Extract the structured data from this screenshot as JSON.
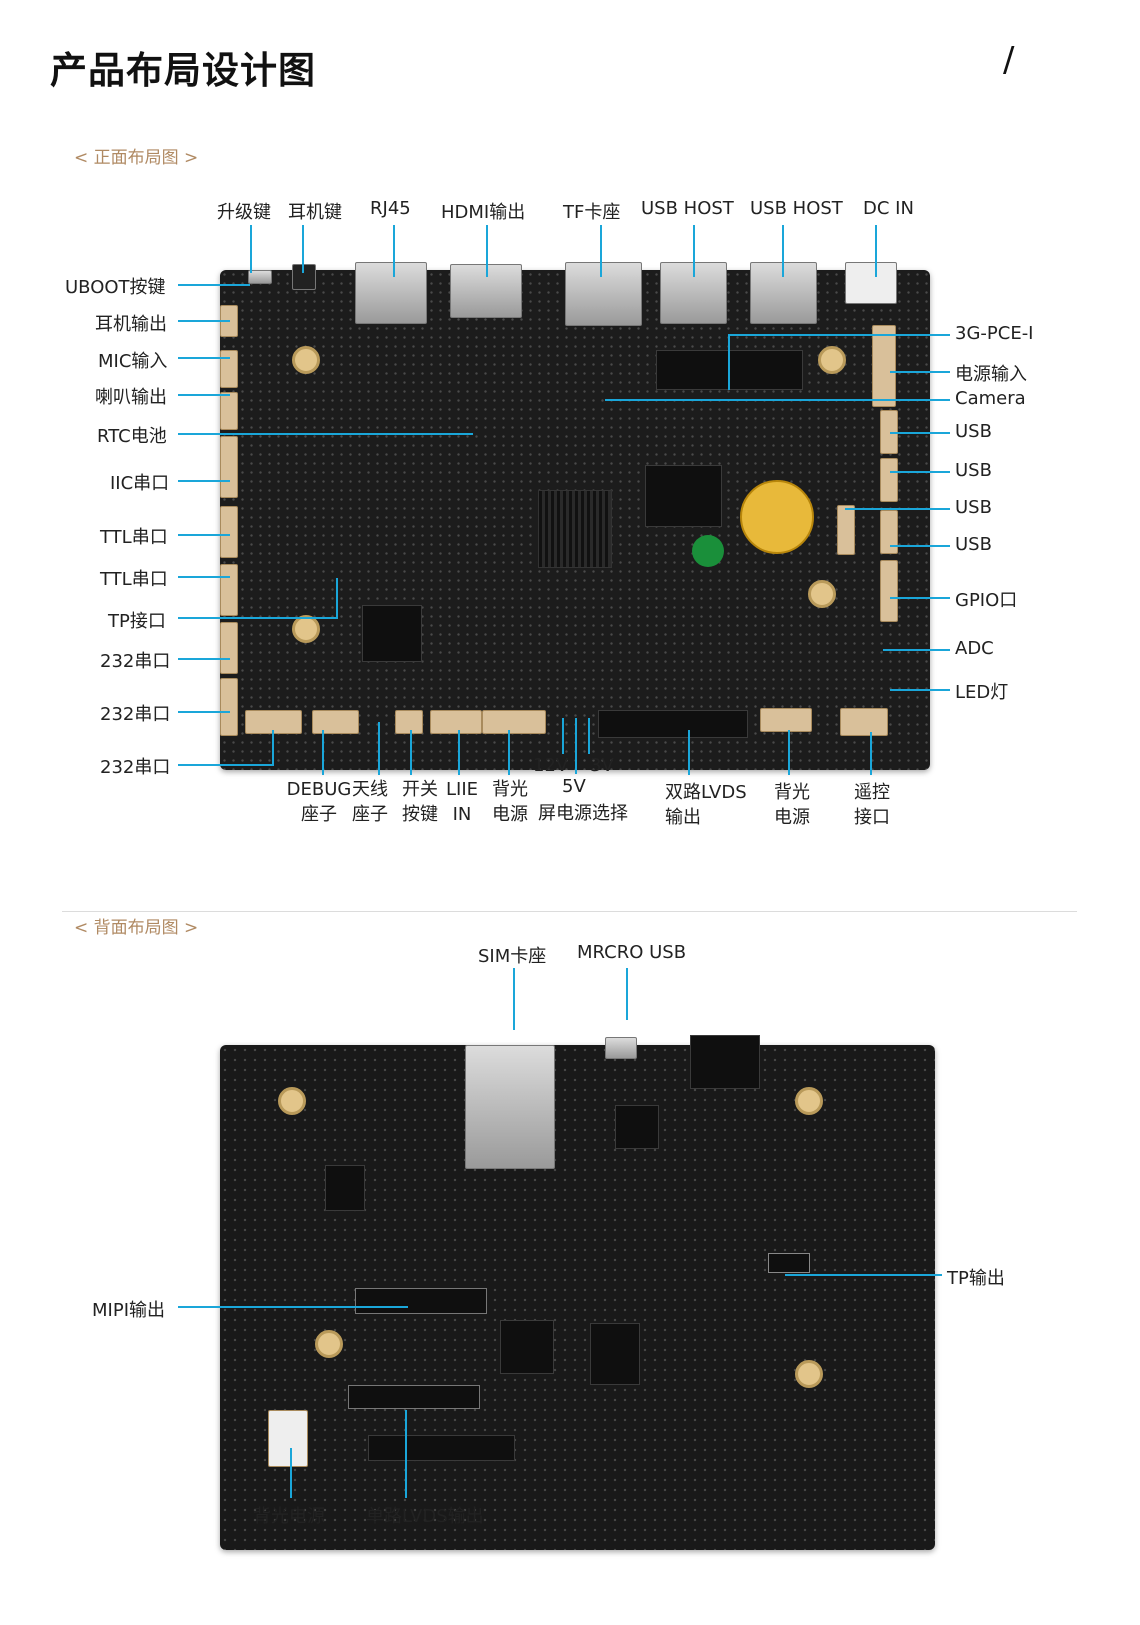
{
  "header": {
    "title": "产品布局设计图",
    "slash": "/"
  },
  "front": {
    "section_label": "< 正面布局图 >",
    "top_labels": [
      "升级键",
      "耳机键",
      "RJ45",
      "HDMI输出",
      "TF卡座",
      "USB HOST",
      "USB HOST",
      "DC IN"
    ],
    "left_labels": [
      "UBOOT按键",
      "耳机输出",
      "MIC输入",
      "喇叭输出",
      "RTC电池",
      "IIC串口",
      "TTL串口",
      "TTL串口",
      "TP接口",
      "232串口",
      "232串口",
      "232串口"
    ],
    "right_labels": [
      "3G-PCE-I",
      "电源输入",
      "Camera",
      "USB",
      "USB",
      "USB",
      "USB",
      "GPIO口",
      "ADC",
      "LED灯"
    ],
    "bottom_labels": {
      "debug_1": "DEBUG",
      "debug_2": "座子",
      "antenna_1": "天线",
      "antenna_2": "座子",
      "switch_1": "开关",
      "switch_2": "按键",
      "liie_1": "LIIE",
      "liie_2": "IN",
      "backlight_1": "背光",
      "backlight_2": "电源",
      "v12": "12V",
      "v5": "5V",
      "v3": "3V",
      "screen_power": "屏电源选择",
      "lvds_1": "双路LVDS",
      "lvds_2": "输出",
      "backlight2_1": "背光",
      "backlight2_2": "电源",
      "remote_1": "遥控",
      "remote_2": "接口"
    }
  },
  "back": {
    "section_label": "< 背面布局图 >",
    "top_labels": [
      "SIM卡座",
      "MRCRO USB"
    ],
    "left_labels": [
      "MIPI输出"
    ],
    "right_labels": [
      "TP输出"
    ],
    "bottom_labels": [
      "背光电源",
      "单路LVDS输出"
    ]
  },
  "colors": {
    "leader": "#1aa6d9",
    "board": "#1c1c1c",
    "connector": "#d9c09a",
    "section_label": "#b08a63"
  }
}
